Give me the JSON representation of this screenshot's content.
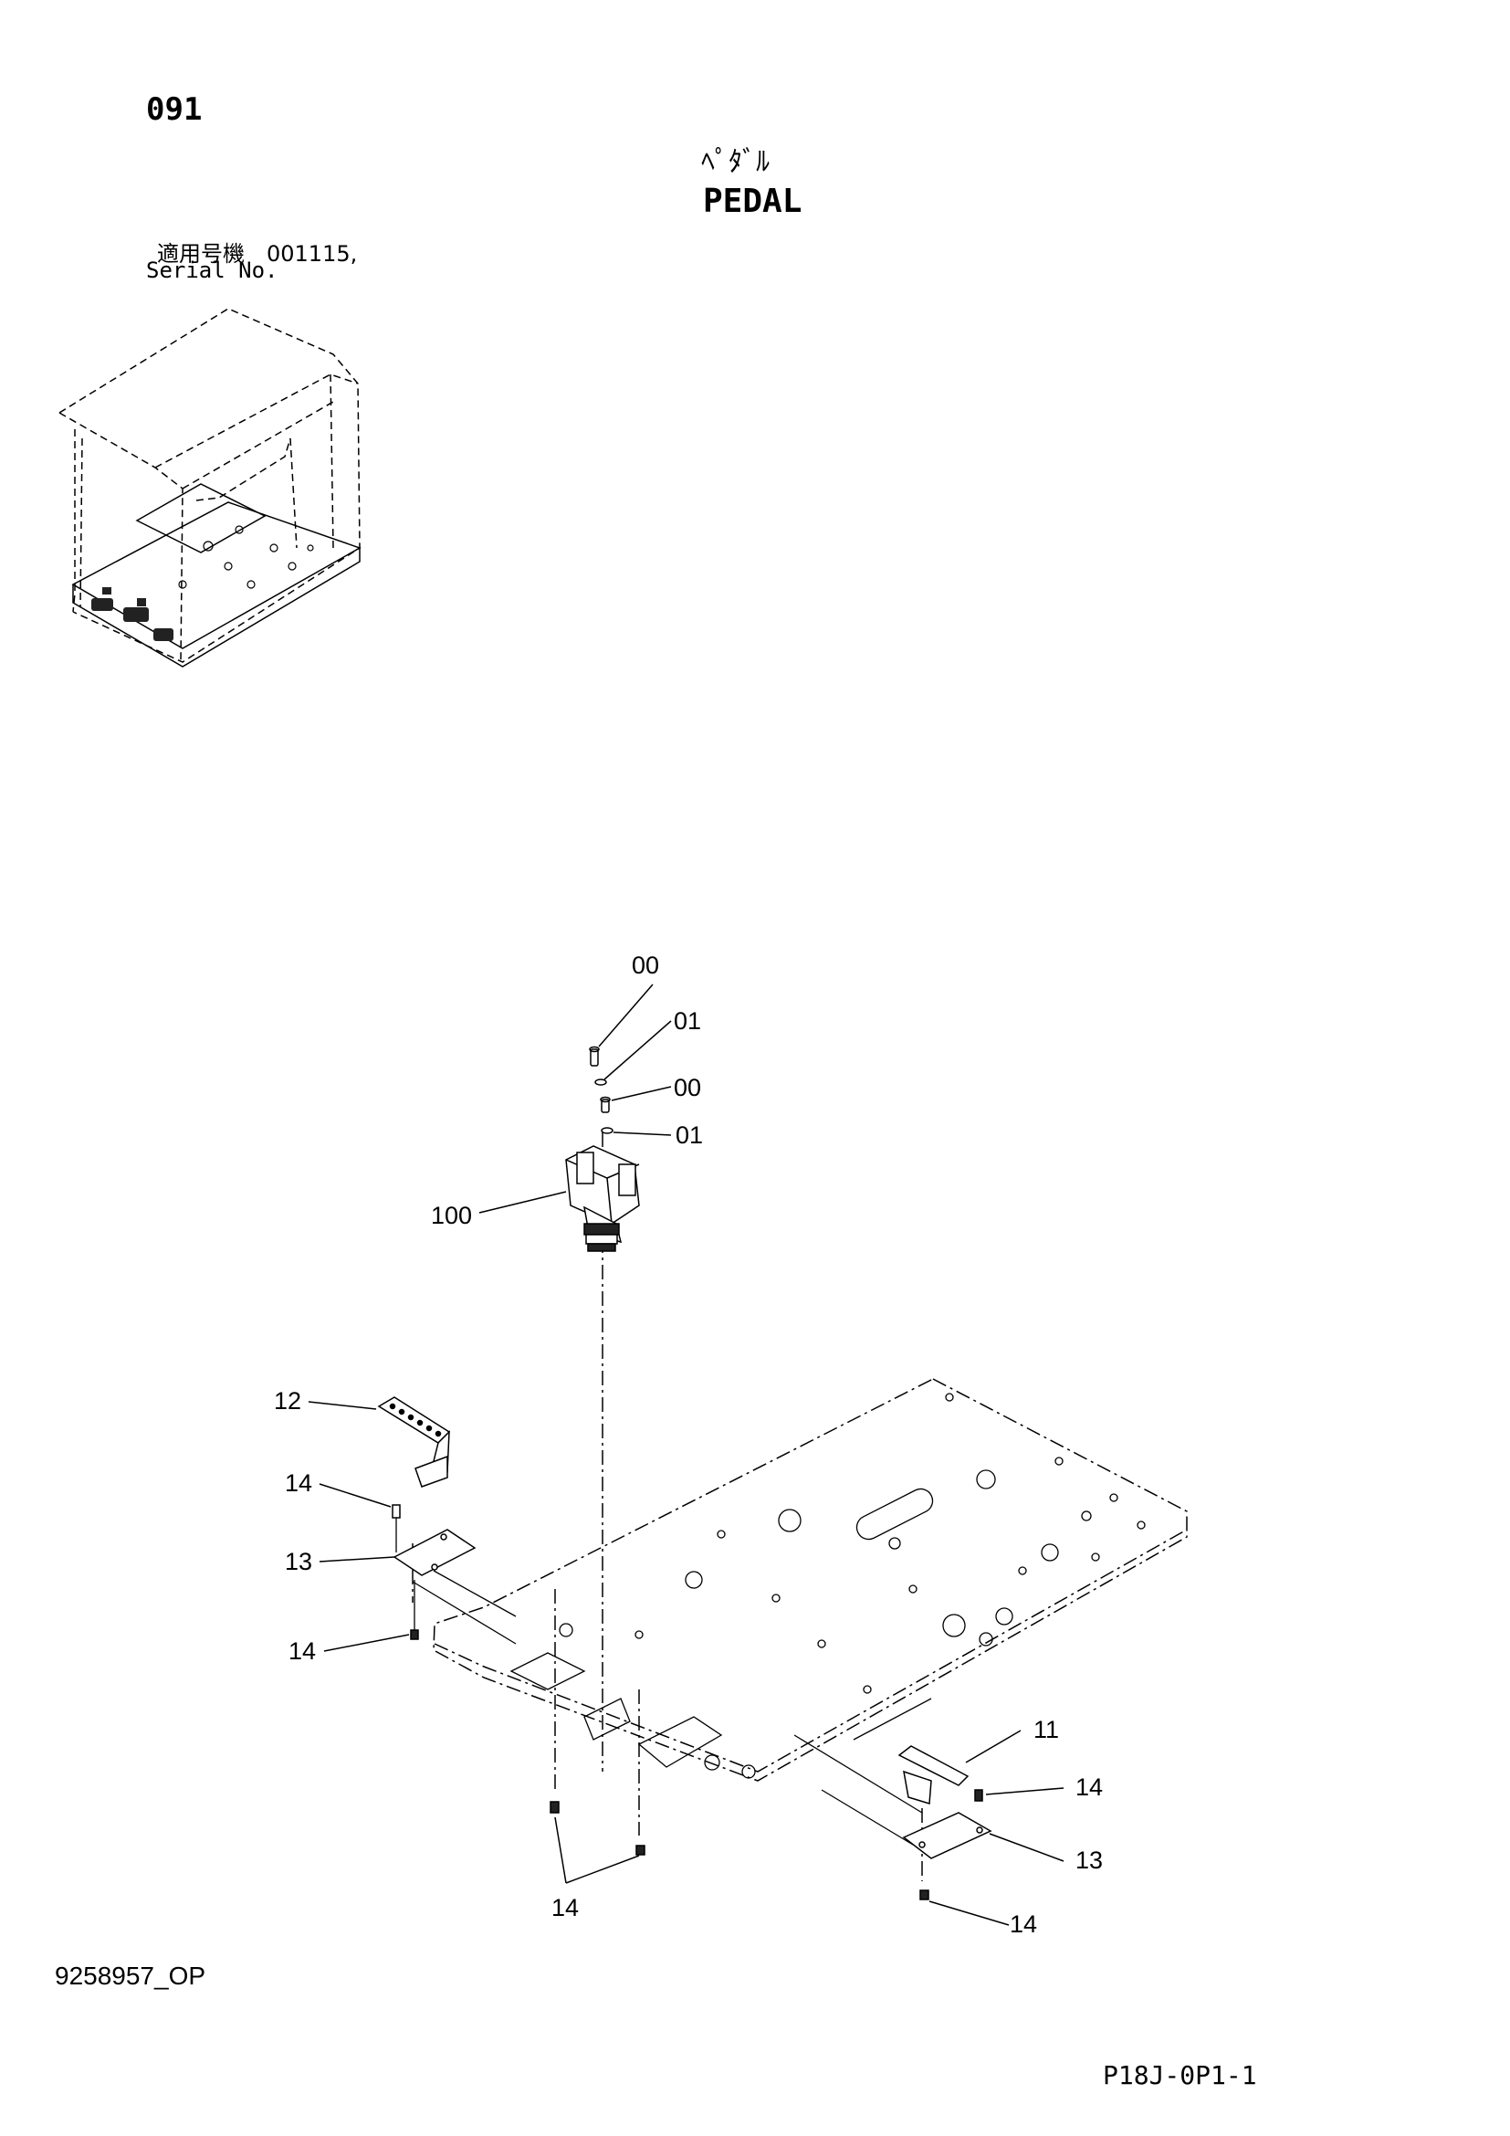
{
  "header": {
    "page_number": "091",
    "title_jp": "ﾍﾟﾀﾞﾙ",
    "title_en": "PEDAL",
    "serial_label_jp": "適用号機　001115,",
    "serial_label_en": "Serial No."
  },
  "callouts": {
    "c00a": "00",
    "c01a": "01",
    "c00b": "00",
    "c01b": "01",
    "c100": "100",
    "c12": "12",
    "c14a": "14",
    "c13a": "13",
    "c14b": "14",
    "c11": "11",
    "c14c": "14",
    "c13b": "13",
    "c14d": "14",
    "c14e": "14"
  },
  "footer": {
    "drawing_code": "9258957_OP",
    "sheet_code": "P18J-0P1-1"
  }
}
